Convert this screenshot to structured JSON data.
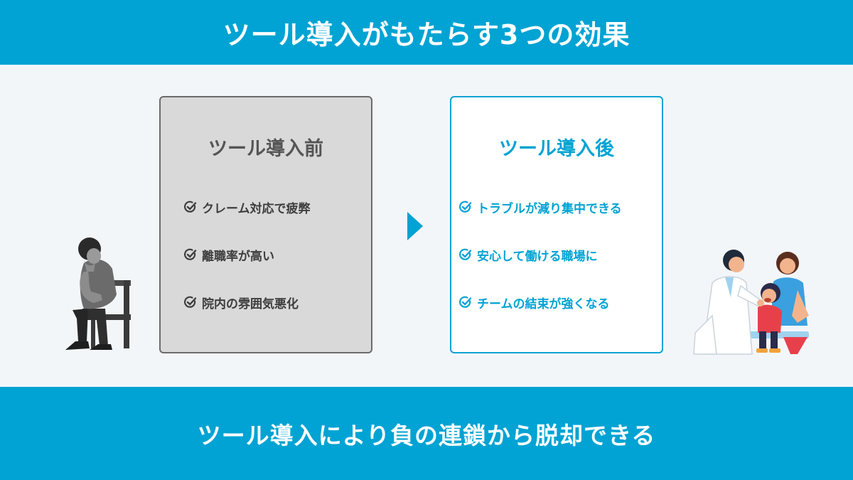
{
  "header": {
    "title": "ツール導入がもたらす3つの効果"
  },
  "before": {
    "title": "ツール導入前",
    "items": [
      "クレーム対応で疲弊",
      "離職率が高い",
      "院内の雰囲気悪化"
    ]
  },
  "after": {
    "title": "ツール導入後",
    "items": [
      "トラブルが減り集中できる",
      "安心して働ける職場に",
      "チームの結束が強くなる"
    ]
  },
  "footer": {
    "text": "ツール導入により負の連鎖から脱却できる"
  },
  "colors": {
    "accent": "#00a3d3",
    "before_bg": "#d9d9d9",
    "before_border": "#6b6b6b",
    "page_bg": "#f3f6f9"
  }
}
